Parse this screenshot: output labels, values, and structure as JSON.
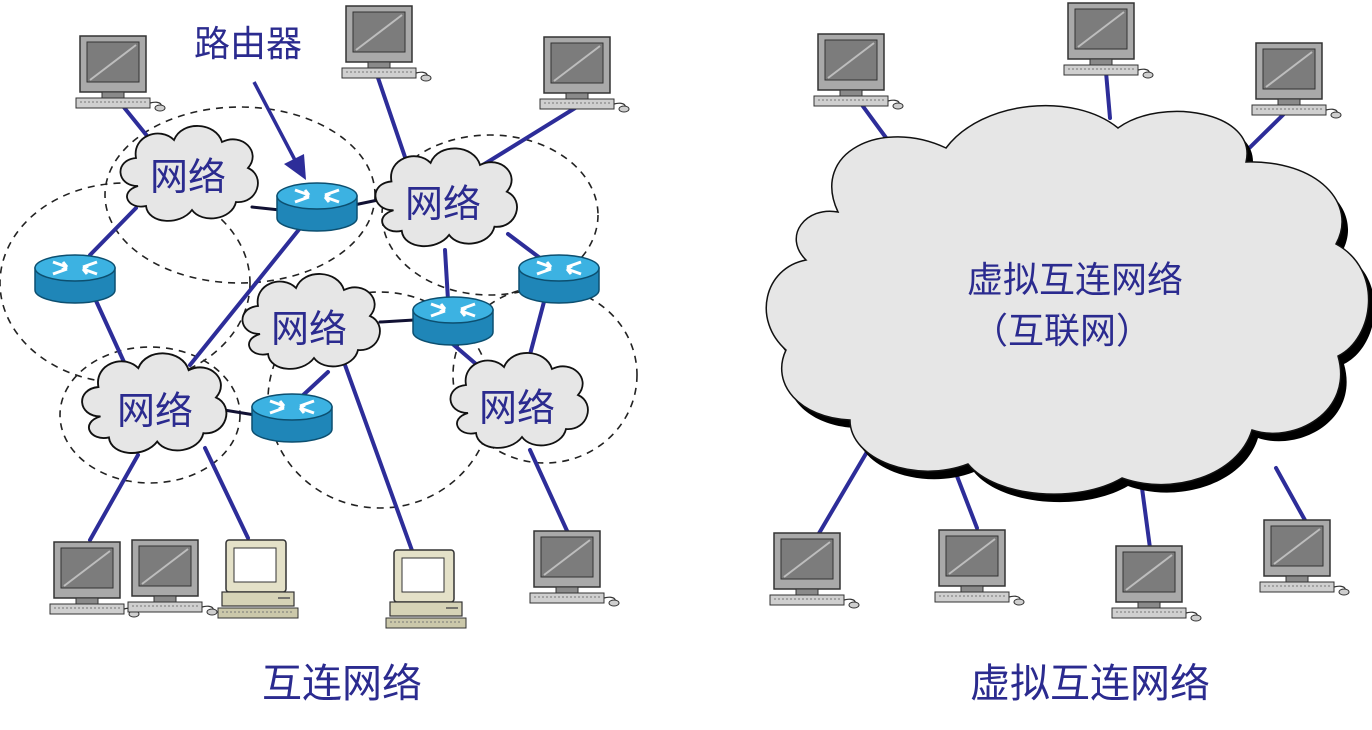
{
  "colors": {
    "text": "#2b2b8f",
    "link": "#2d2d99",
    "cloud_fill": "#e6e6e6",
    "router_body": "#1f8fc0",
    "router_top": "#3bb0e0"
  },
  "left_diagram": {
    "router_label": "路由器",
    "network_label": "网络",
    "caption": "互连网络"
  },
  "right_diagram": {
    "cloud_line1": "虚拟互连网络",
    "cloud_line2": "（互联网）",
    "caption": "虚拟互连网络"
  },
  "icons": {
    "computer": "desktop-computer-icon",
    "terminal": "terminal-computer-icon",
    "router": "router-icon",
    "cloud": "network-cloud-icon"
  }
}
